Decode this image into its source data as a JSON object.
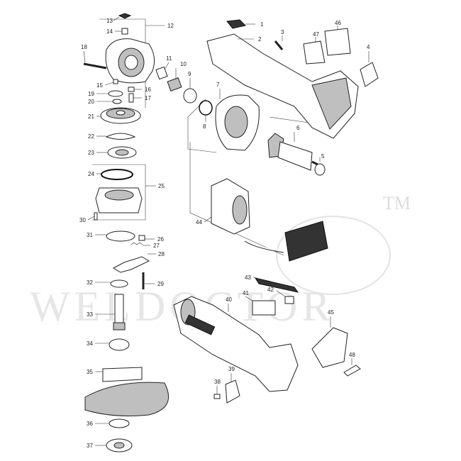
{
  "watermark": {
    "text": "WELDOCTOR",
    "trademark": "TM"
  },
  "callouts": [
    {
      "id": "c1",
      "num": "1"
    },
    {
      "id": "c2",
      "num": "2"
    },
    {
      "id": "c3",
      "num": "3"
    },
    {
      "id": "c4",
      "num": "4"
    },
    {
      "id": "c5",
      "num": "5"
    },
    {
      "id": "c6",
      "num": "6"
    },
    {
      "id": "c7",
      "num": "7"
    },
    {
      "id": "c8",
      "num": "8"
    },
    {
      "id": "c9",
      "num": "9"
    },
    {
      "id": "c10",
      "num": "10"
    },
    {
      "id": "c11",
      "num": "11"
    },
    {
      "id": "c12",
      "num": "12"
    },
    {
      "id": "c13",
      "num": "13"
    },
    {
      "id": "c14",
      "num": "14"
    },
    {
      "id": "c15",
      "num": "15"
    },
    {
      "id": "c16",
      "num": "16"
    },
    {
      "id": "c17",
      "num": "17"
    },
    {
      "id": "c18",
      "num": "18"
    },
    {
      "id": "c19",
      "num": "19"
    },
    {
      "id": "c20",
      "num": "20"
    },
    {
      "id": "c21",
      "num": "21"
    },
    {
      "id": "c22",
      "num": "22"
    },
    {
      "id": "c23",
      "num": "23"
    },
    {
      "id": "c24",
      "num": "24"
    },
    {
      "id": "c25",
      "num": "25"
    },
    {
      "id": "c26",
      "num": "26"
    },
    {
      "id": "c27",
      "num": "27"
    },
    {
      "id": "c28",
      "num": "28"
    },
    {
      "id": "c29",
      "num": "29"
    },
    {
      "id": "c30",
      "num": "30"
    },
    {
      "id": "c31",
      "num": "31"
    },
    {
      "id": "c32",
      "num": "32"
    },
    {
      "id": "c33",
      "num": "33"
    },
    {
      "id": "c34",
      "num": "34"
    },
    {
      "id": "c35",
      "num": "35"
    },
    {
      "id": "c36",
      "num": "36"
    },
    {
      "id": "c37",
      "num": "37"
    },
    {
      "id": "c38",
      "num": "38"
    },
    {
      "id": "c39",
      "num": "39"
    },
    {
      "id": "c40",
      "num": "40"
    },
    {
      "id": "c41",
      "num": "41"
    },
    {
      "id": "c42",
      "num": "42"
    },
    {
      "id": "c43",
      "num": "43"
    },
    {
      "id": "c44",
      "num": "44"
    },
    {
      "id": "c45",
      "num": "45"
    },
    {
      "id": "c46",
      "num": "46"
    },
    {
      "id": "c47",
      "num": "47"
    },
    {
      "id": "c48",
      "num": "48"
    }
  ]
}
